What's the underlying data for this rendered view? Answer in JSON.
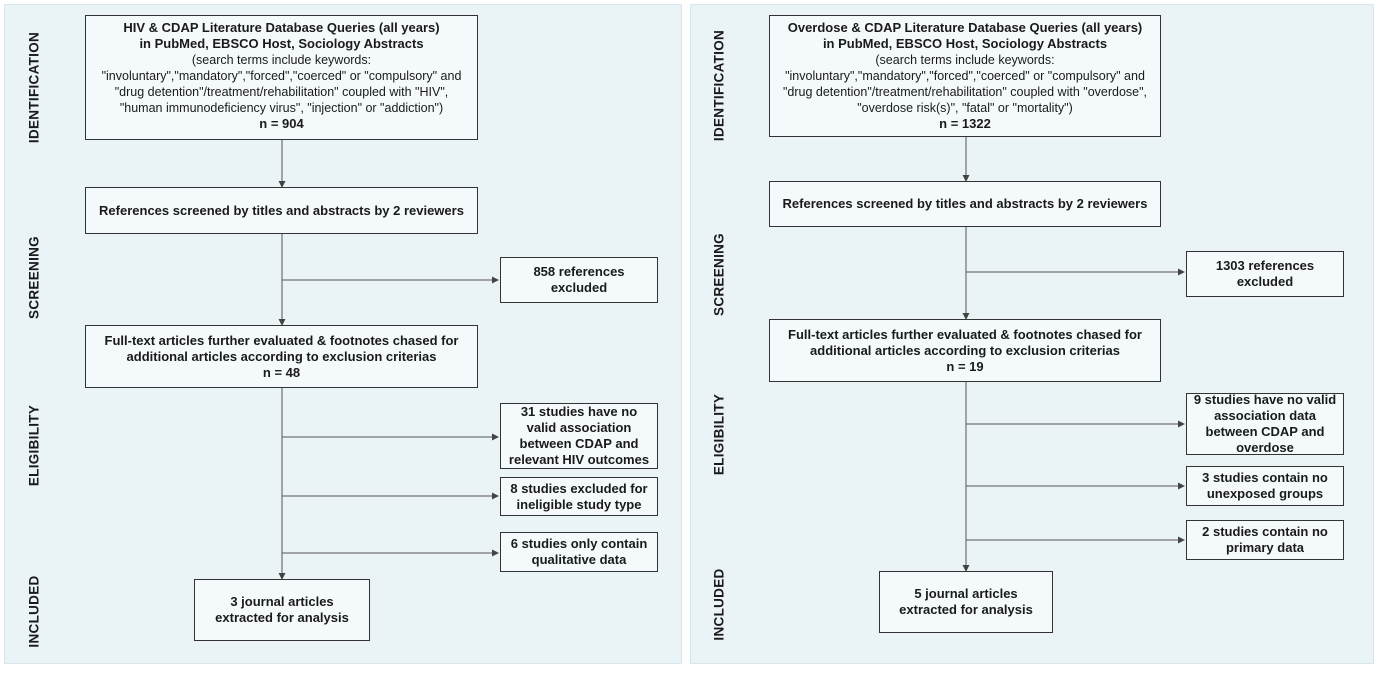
{
  "left": {
    "stages": [
      "IDENTIFICATION",
      "SCREENING",
      "ELIGIBILITY",
      "INCLUDED"
    ],
    "identification": {
      "line1": "HIV & CDAP Literature Database Queries (all years)",
      "line2": "in PubMed, EBSCO Host, Sociology Abstracts",
      "search_terms": "(search terms include keywords: \"involuntary\",\"mandatory\",\"forced\",\"coerced\" or \"compulsory\" and \"drug detention\"/treatment/rehabilitation\" coupled with \"HIV\", \"human immunodeficiency virus\", \"injection\" or  \"addiction\")",
      "n": "n =  904"
    },
    "screening": "References screened by titles and abstracts by 2 reviewers",
    "excluded_screen": "858 references excluded",
    "fulltext": {
      "text": "Full-text articles further evaluated & footnotes chased for additional articles according to exclusion criterias",
      "n": "n =  48"
    },
    "excl1": "31 studies have no valid association between CDAP and relevant HIV outcomes",
    "excl2": "8 studies excluded for ineligible study type",
    "excl3": "6 studies only contain qualitative data",
    "included": "3 journal articles extracted for analysis"
  },
  "right": {
    "stages": [
      "IDENTIFICATION",
      "SCREENING",
      "ELIGIBILITY",
      "INCLUDED"
    ],
    "identification": {
      "line1": "Overdose & CDAP Literature Database Queries (all years)",
      "line2": "in PubMed, EBSCO Host, Sociology Abstracts",
      "search_terms": "(search terms include keywords: \"involuntary\",\"mandatory\",\"forced\",\"coerced\" or \"compulsory\" and \"drug detention\"/treatment/rehabilitation\" coupled with \"overdose\", \"overdose risk(s)\", \"fatal\" or  \"mortality\")",
      "n": "n =  1322"
    },
    "screening": "References screened by titles and abstracts by 2 reviewers",
    "excluded_screen": "1303 references excluded",
    "fulltext": {
      "text": "Full-text articles further evaluated & footnotes chased for additional articles according to exclusion criterias",
      "n": "n =  19"
    },
    "excl1": "9 studies have no valid association data between CDAP and overdose",
    "excl2": "3 studies contain no unexposed groups",
    "excl3": "2 studies contain no primary data",
    "included": "5 journal articles extracted for analysis"
  }
}
